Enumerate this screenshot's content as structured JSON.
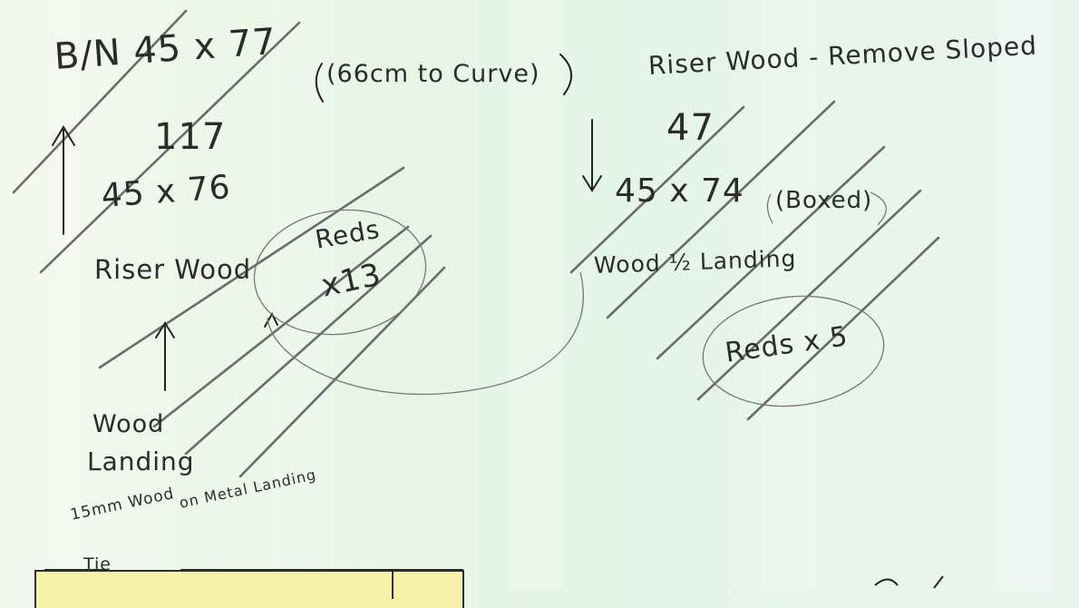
{
  "sketch": {
    "left": {
      "title": "B/N 45 x 77",
      "note": "(66cm to Curve)",
      "top_number": "117",
      "measure": "45 x 76",
      "material": "Riser Wood",
      "circle_line1": "Reds",
      "circle_line2": "x13",
      "landing_line1": "Wood",
      "landing_line2": "Landing",
      "footnote_line1": "15mm Wood",
      "footnote_line2": "on Metal Landing"
    },
    "right": {
      "title": "Riser Wood - Remove Sloped",
      "top_number": "47",
      "measure": "45 x 74",
      "note": "(Boxed)",
      "landing": "Wood ½ Landing",
      "circle_text": "Reds x 5"
    },
    "box": {
      "label": "Tie"
    }
  },
  "colors": {
    "ink": "#2b2b2b",
    "pencil": "#7a7a7a",
    "highlight": "#f7f0a8"
  }
}
